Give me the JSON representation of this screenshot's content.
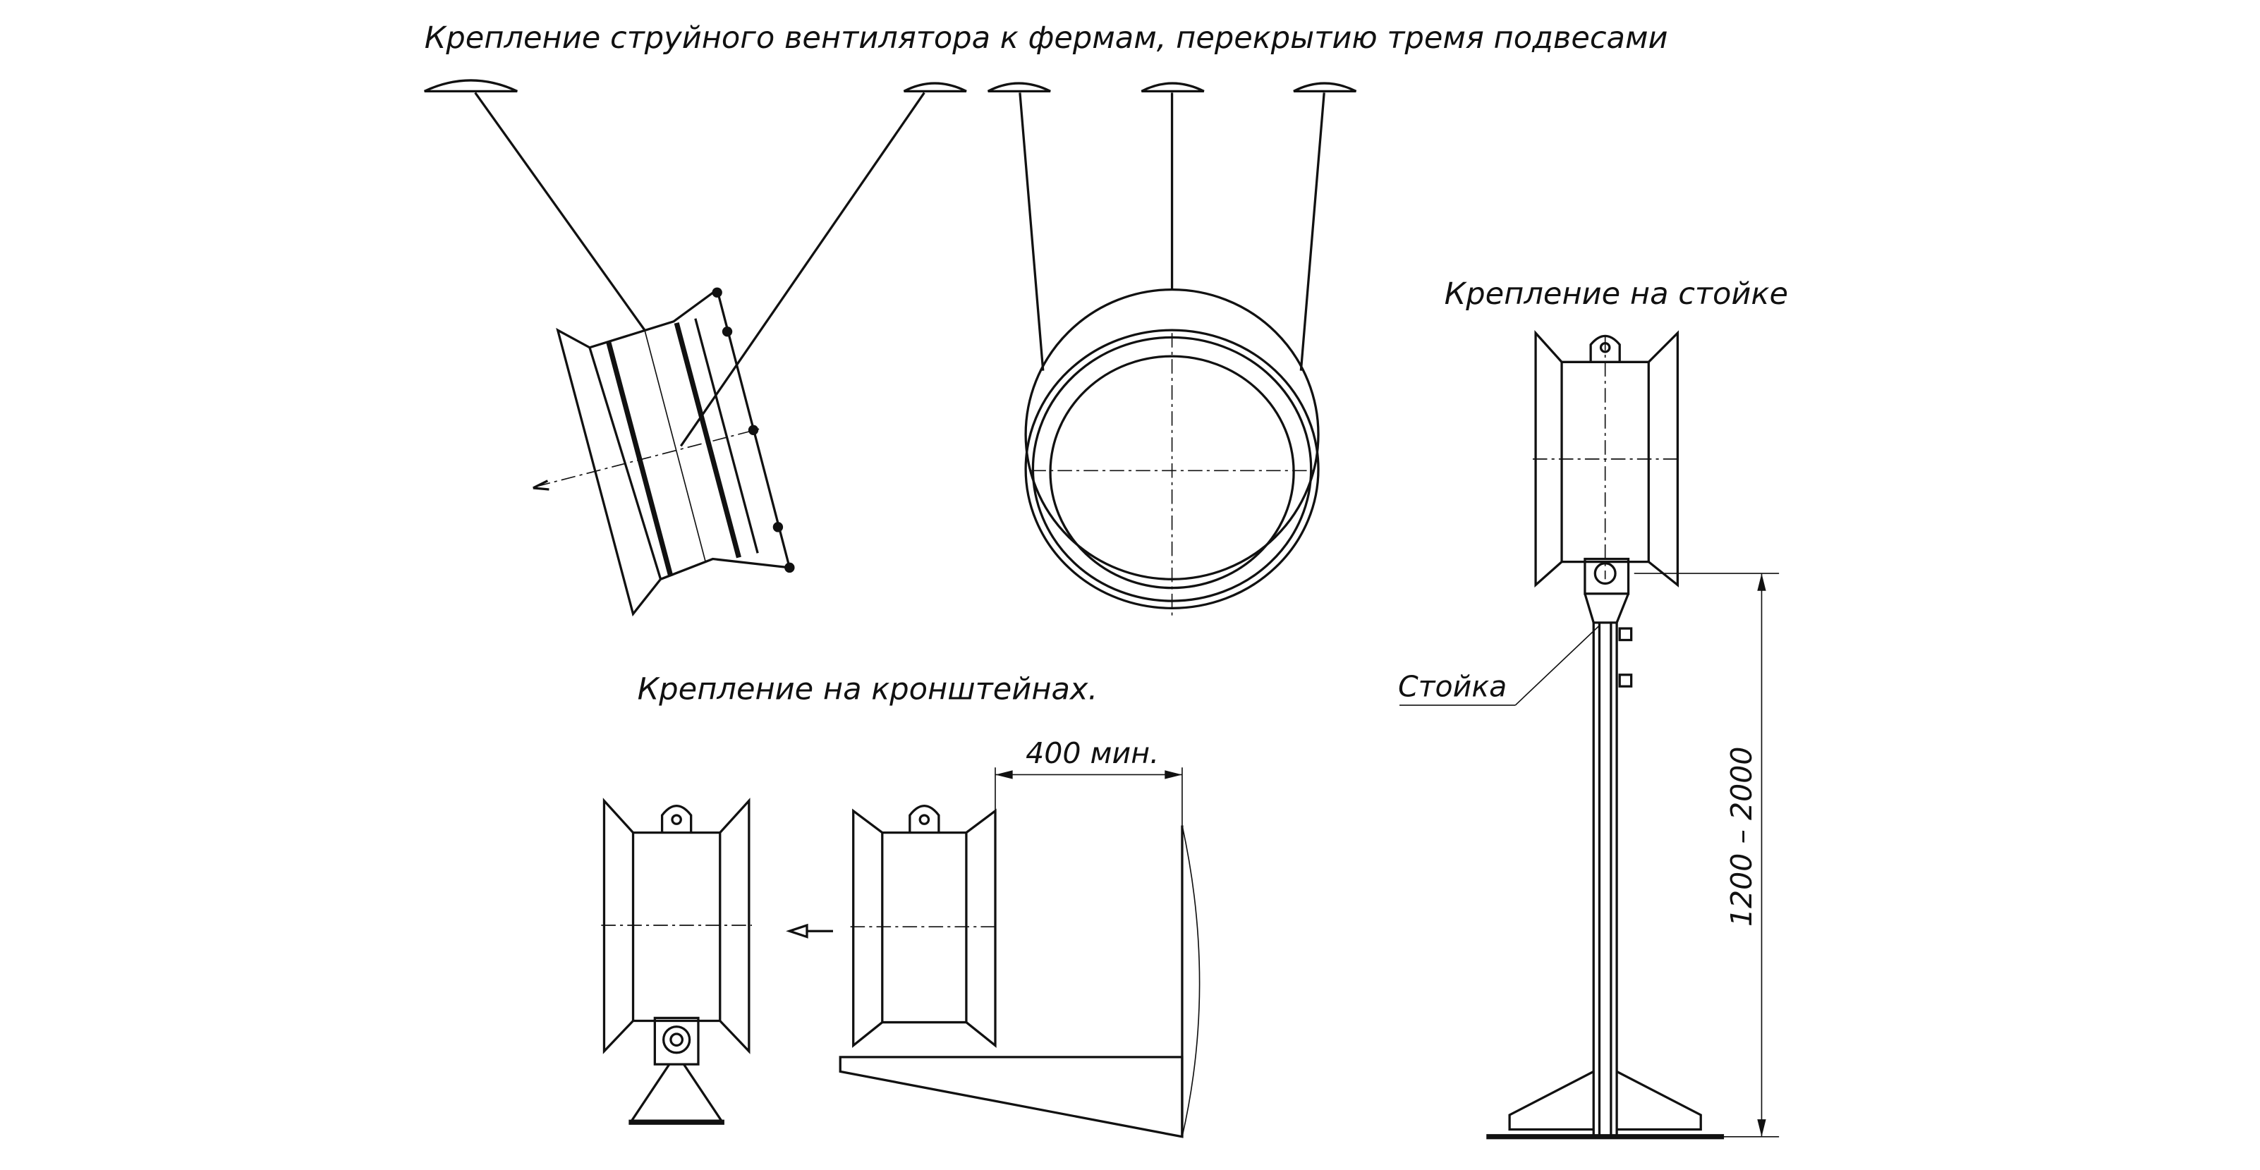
{
  "title": "Крепление струйного вентилятора к фермам, перекрытию тремя подвесами",
  "labels": {
    "stand_mount": "Крепление на стойке",
    "bracket_mount": "Крепление на кронштейнах.",
    "min_distance": "400 мин.",
    "stand": "Стойка",
    "height_range": "1200 – 2000"
  },
  "colors": {
    "line": "#111111",
    "background": "#ffffff"
  }
}
